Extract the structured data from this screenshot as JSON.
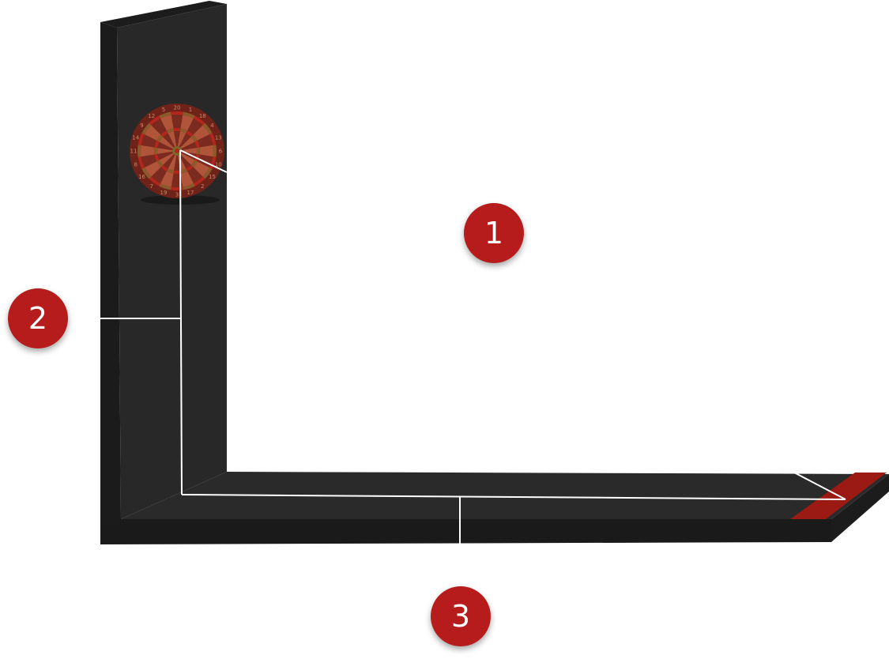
{
  "colors": {
    "wall_front": "#282828",
    "wall_edge": "#1b1b1b",
    "floor_top": "#2a2a2a",
    "floor_front": "#1a1a1a",
    "throw_line": "#9b1a14",
    "badge": "#b71c1c",
    "measure_line": "#ffffff"
  },
  "dartboard": {
    "numbers": [
      "20",
      "1",
      "18",
      "4",
      "13",
      "6",
      "10",
      "15",
      "2",
      "17",
      "3",
      "19",
      "7",
      "16",
      "8",
      "11",
      "14",
      "9",
      "12",
      "5"
    ]
  },
  "badges": [
    {
      "label": "1"
    },
    {
      "label": "2"
    },
    {
      "label": "3"
    }
  ]
}
